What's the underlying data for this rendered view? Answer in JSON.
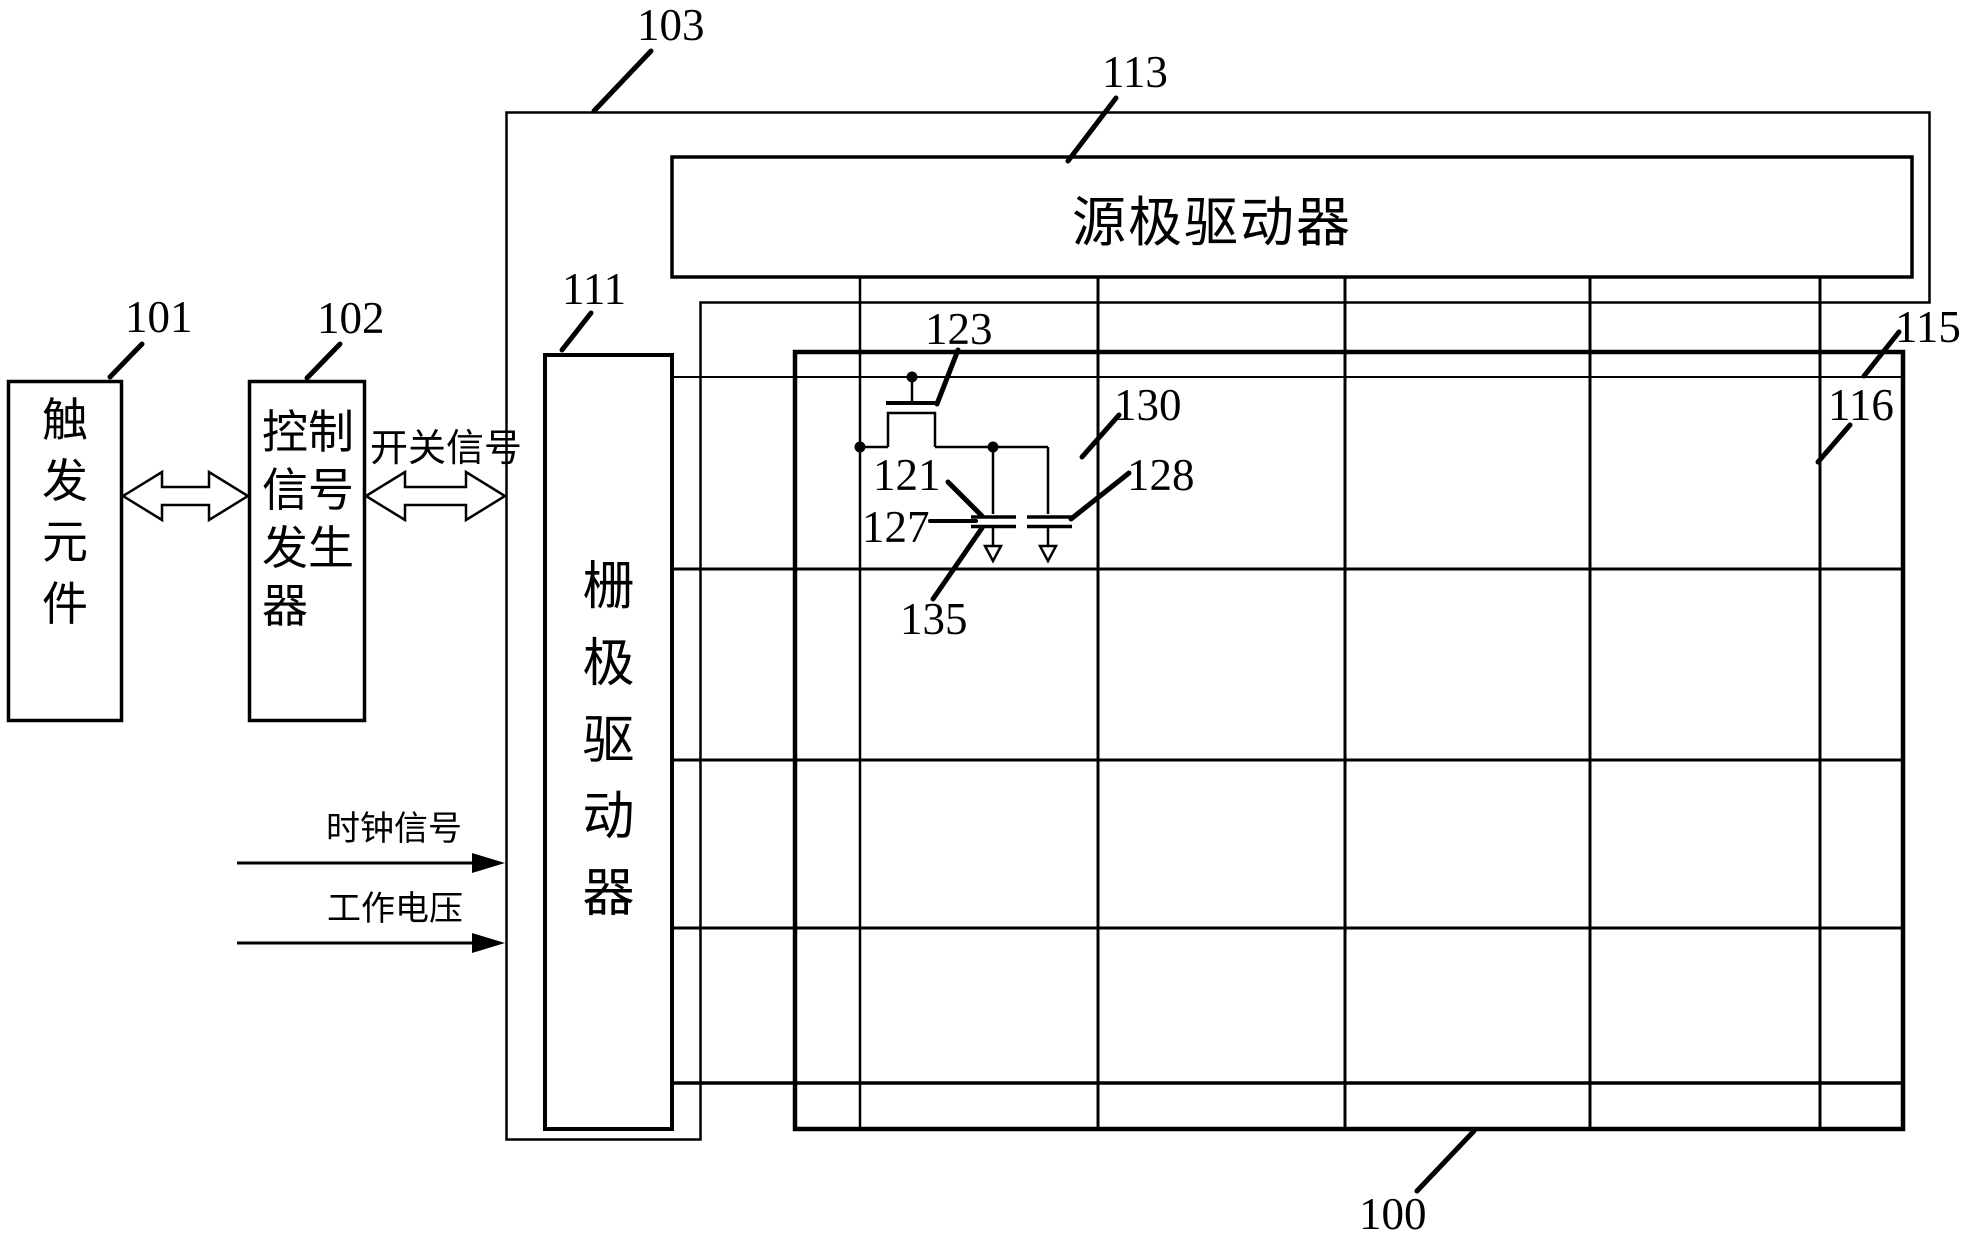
{
  "figure_type": "patent-display-device-diagram",
  "colors": {
    "background": "#ffffff",
    "line": "#000000"
  },
  "blocks": {
    "trigger": {
      "ref": "101",
      "text": "触发元件"
    },
    "controller": {
      "ref": "102",
      "text": "控制信号发生器"
    },
    "gate_driver": {
      "ref": "111",
      "text": "栅极驱动器"
    },
    "source_driver": {
      "ref": "113",
      "text": "源极驱动器"
    }
  },
  "signals": {
    "switch": "开关信号",
    "clock": "时钟信号",
    "voltage": "工作电压"
  },
  "refs": {
    "r100": "100",
    "r101": "101",
    "r102": "102",
    "r103": "103",
    "r111": "111",
    "r113": "113",
    "r115": "115",
    "r116": "116",
    "r121": "121",
    "r123": "123",
    "r127": "127",
    "r128": "128",
    "r130": "130",
    "r135": "135"
  }
}
